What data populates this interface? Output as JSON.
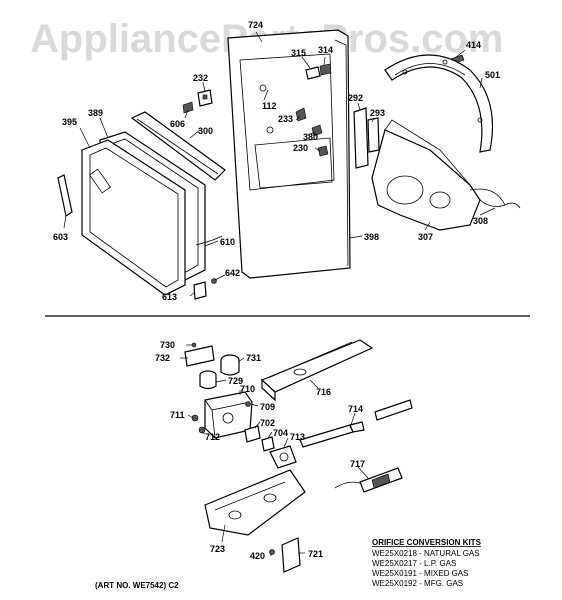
{
  "watermark": "AppliancePartsPros.com",
  "labels": {
    "p724": "724",
    "p315": "315",
    "p314": "314",
    "p414": "414",
    "p501": "501",
    "p232": "232",
    "p112": "112",
    "p292": "292",
    "p293": "293",
    "p233": "233",
    "p380": "380",
    "p230": "230",
    "p395": "395",
    "p389": "389",
    "p606": "606",
    "p300": "300",
    "p603": "603",
    "p610": "610",
    "p642": "642",
    "p613": "613",
    "p398": "398",
    "p307": "307",
    "p308": "308",
    "p730": "730",
    "p732": "732",
    "p731": "731",
    "p729": "729",
    "p710": "710",
    "p716": "716",
    "p709": "709",
    "p711": "711",
    "p712": "712",
    "p702": "702",
    "p704": "704",
    "p713": "713",
    "p714": "714",
    "p717": "717",
    "p723": "723",
    "p420": "420",
    "p721": "721"
  },
  "orifice_kits": {
    "title": "ORIFICE CONVERSION KITS",
    "items": [
      "WE25X0218 - NATURAL GAS",
      "WE25X0217 - L.P. GAS",
      "WE25X0191 - MIXED GAS",
      "WE25X0192 - MFG. GAS"
    ]
  },
  "art_number": "(ART NO. WE7542) C2"
}
